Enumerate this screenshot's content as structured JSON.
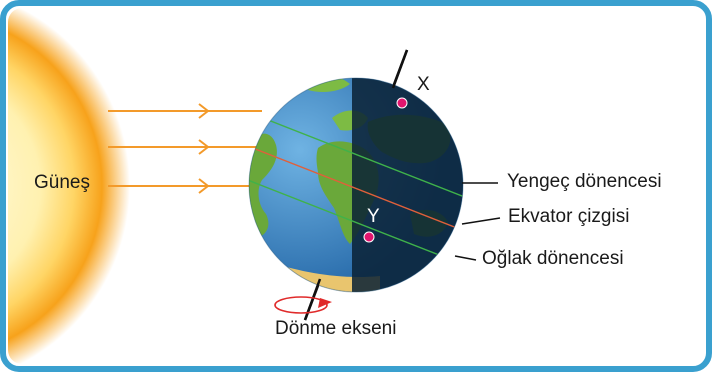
{
  "labels": {
    "sun": "Güneş",
    "point_x": "X",
    "point_y": "Y",
    "cancer": "Yengeç dönencesi",
    "equator": "Ekvator çizgisi",
    "capricorn": "Oğlak dönencesi",
    "axis": "Dönme ekseni"
  },
  "colors": {
    "frame_border": "#3aa0cf",
    "sun_core": "#fff4c0",
    "sun_edge": "#f7a21b",
    "ray": "#f39a2a",
    "ocean": "#3d86c6",
    "land": "#6aa83a",
    "night": "#0b2236",
    "tropic_line": "#3fb24a",
    "equator_line": "#e0603a",
    "point_marker": "#e2156e",
    "rotation_arrow": "#e02a2a"
  },
  "icons": {
    "sun": "sun-icon",
    "earth": "earth-globe-icon",
    "rotation": "rotation-arrow-icon"
  }
}
